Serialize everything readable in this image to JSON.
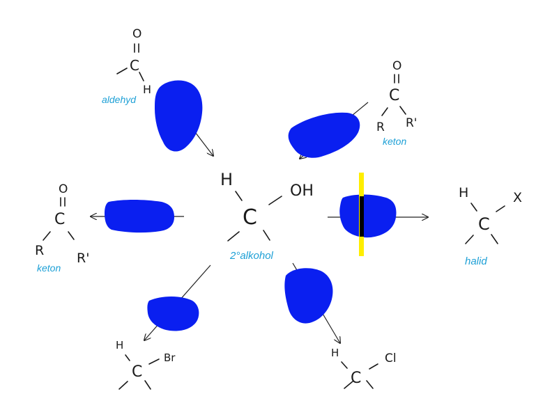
{
  "colors": {
    "ink": "#1a1a1a",
    "label": "#1ea0d6",
    "scribble": "#0a1ff0",
    "highlight": "#ffee00",
    "bar": "#000000"
  },
  "center": {
    "h": "H",
    "c": "C",
    "oh": "OH",
    "label": "2°alkohol"
  },
  "aldehyde": {
    "o": "O",
    "eq": "=",
    "c": "C",
    "h": "H",
    "label": "aldehyd"
  },
  "ketone_right": {
    "o": "O",
    "eq": "=",
    "c": "C",
    "r": "R",
    "r2": "R'",
    "label": "keton"
  },
  "ketone_left": {
    "o": "O",
    "eq": "=",
    "c": "C",
    "r": "R",
    "r2": "R'",
    "label": "keton"
  },
  "halide": {
    "h": "H",
    "c": "C",
    "x": "X",
    "label": "halid"
  },
  "bromide": {
    "h": "H",
    "c": "C",
    "br": "Br"
  },
  "chloride": {
    "h": "H",
    "c": "C",
    "cl": "Cl"
  }
}
